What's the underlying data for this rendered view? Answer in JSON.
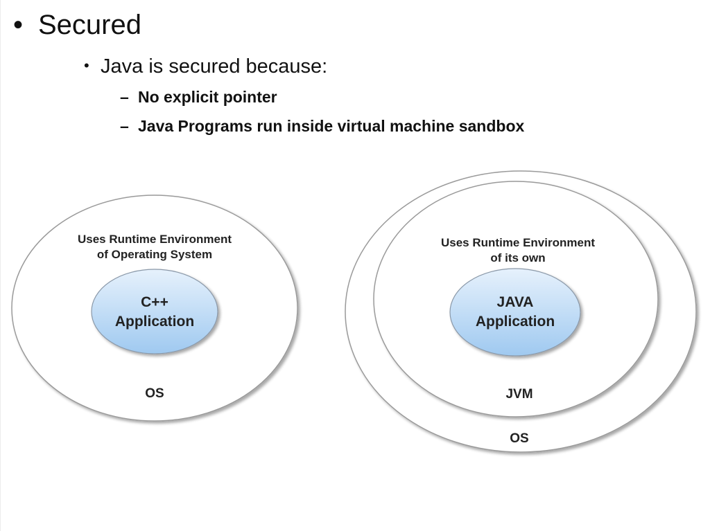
{
  "slide": {
    "heading": "Secured",
    "bullet_glyph": "•",
    "dash_glyph": "–",
    "subpoint": "Java is secured because:",
    "reasons": [
      "No explicit pointer",
      "Java Programs run inside virtual machine sandbox"
    ]
  },
  "diagram_left": {
    "outer_label": "OS",
    "caption_line1": "Uses Runtime  Environment",
    "caption_line2": "of Operating System",
    "app_line1": "C++",
    "app_line2": "Application"
  },
  "diagram_right": {
    "outer_label": "OS",
    "middle_label": "JVM",
    "caption_line1": "Uses Runtime  Environment",
    "caption_line2": "of its own",
    "app_line1": "JAVA",
    "app_line2": "Application"
  },
  "colors": {
    "app_fill_top": "#e6f1fc",
    "app_fill_bottom": "#9fc9f0",
    "ring_stroke": "#9a9a9a"
  }
}
